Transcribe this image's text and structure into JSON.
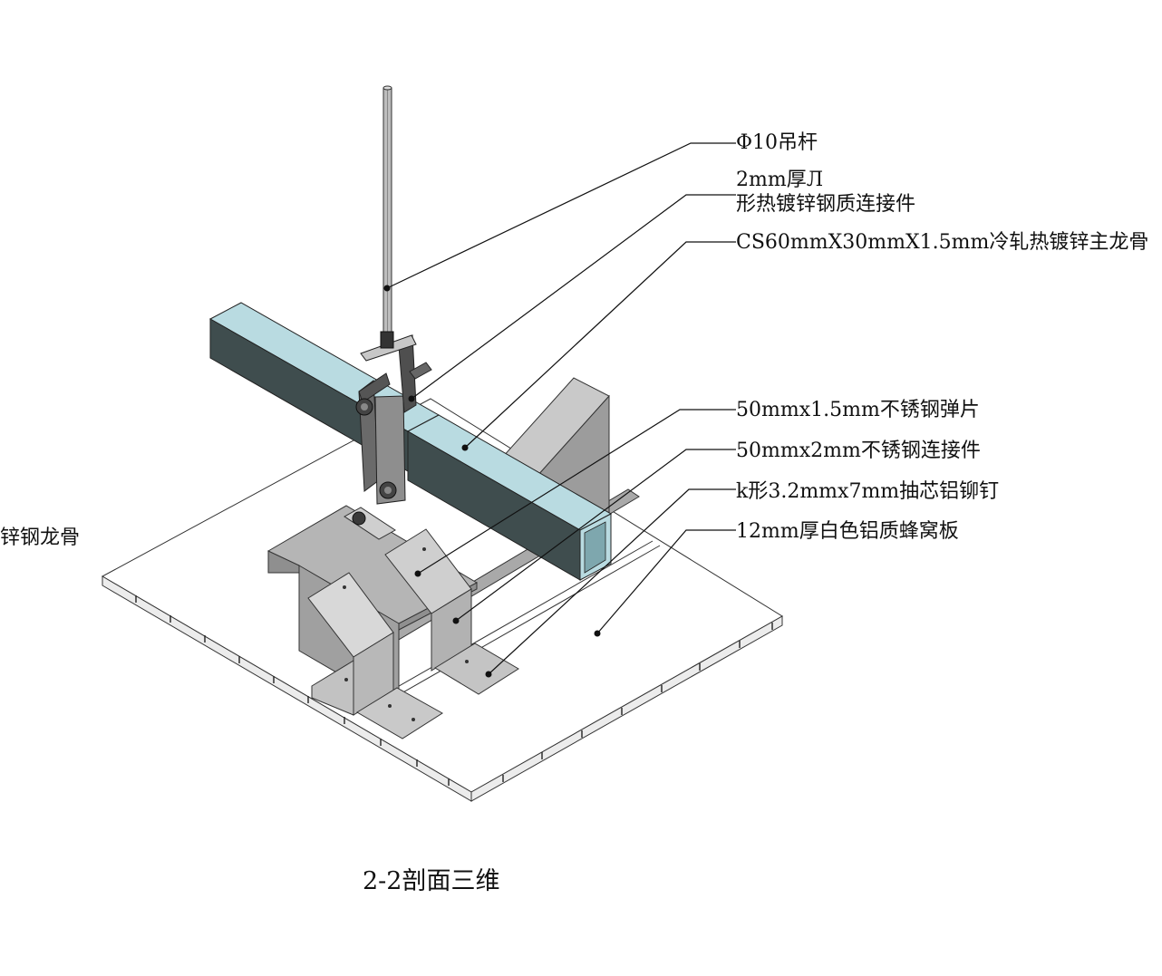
{
  "labels": {
    "rod": "Φ10吊杆",
    "connector_line1": "2mm厚Л",
    "connector_line2": "形热镀锌钢质连接件",
    "main_keel": "CS60mmX30mmX1.5mm冷轧热镀锌主龙骨",
    "spring": "50mmx1.5mm不锈钢弹片",
    "ss_connector": "50mmx2mm不锈钢连接件",
    "rivet": "k形3.2mmx7mm抽芯铝铆钉",
    "panel": "12mm厚白色铝质蜂窝板",
    "left_cut": "锌钢龙骨"
  },
  "caption": "2-2剖面三维",
  "colors": {
    "keel_front": "#3f4d4e",
    "keel_top": "#b9dbe1",
    "bracket_gray": "#a5a5a5",
    "leader": "#111111"
  }
}
